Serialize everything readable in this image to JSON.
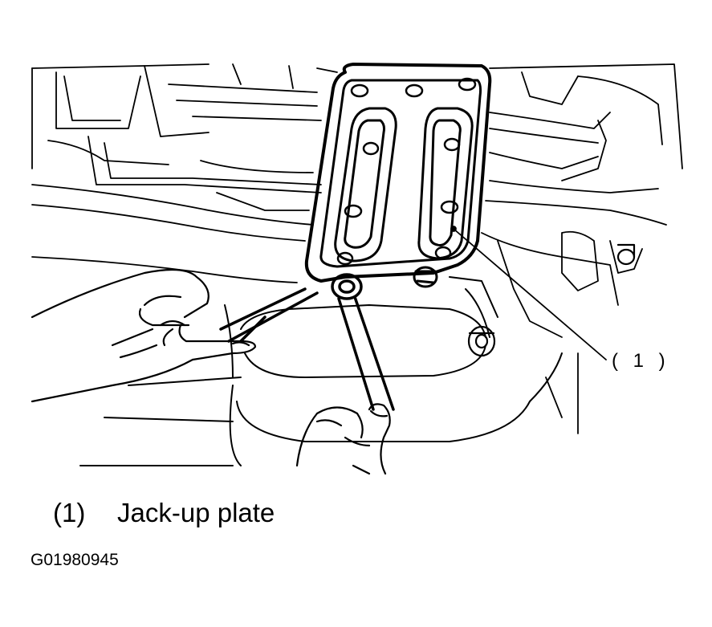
{
  "callout": {
    "number_label": "( 1 )"
  },
  "legend": {
    "number": "(1)",
    "text": "Jack-up plate"
  },
  "figure_id": "G01980945"
}
